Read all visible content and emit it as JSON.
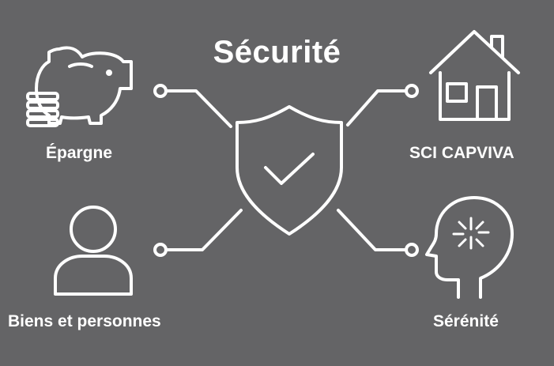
{
  "title": "Sécurité",
  "items": {
    "epargne": "Épargne",
    "sci": "SCI CAPVIVA",
    "biens": "Biens et personnes",
    "serenite": "Sérénité"
  },
  "icons": {
    "center": "shield-check-icon",
    "epargne": "piggy-bank-coins-icon",
    "sci": "house-icon",
    "biens": "person-icon",
    "serenite": "head-sparkle-icon"
  },
  "colors": {
    "background": "#646466",
    "foreground": "#ffffff"
  }
}
